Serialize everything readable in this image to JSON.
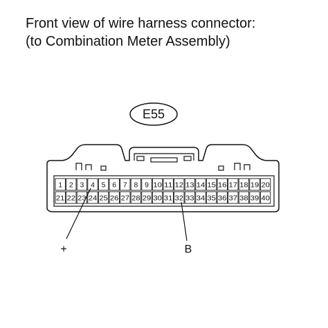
{
  "caption": {
    "line1": "Front view of wire harness connector:",
    "line2": "(to Combination Meter Assembly)"
  },
  "connector": {
    "id": "E55",
    "row1": [
      "1",
      "2",
      "3",
      "4",
      "5",
      "6",
      "7",
      "8",
      "9",
      "10",
      "11",
      "12",
      "13",
      "14",
      "15",
      "16",
      "17",
      "18",
      "19",
      "20"
    ],
    "row2": [
      "21",
      "22",
      "23",
      "24",
      "25",
      "26",
      "27",
      "28",
      "29",
      "30",
      "31",
      "32",
      "33",
      "34",
      "35",
      "36",
      "37",
      "38",
      "39",
      "40"
    ]
  },
  "callouts": [
    {
      "label": "+",
      "pin": "4"
    },
    {
      "label": "B",
      "pin": "32"
    }
  ]
}
